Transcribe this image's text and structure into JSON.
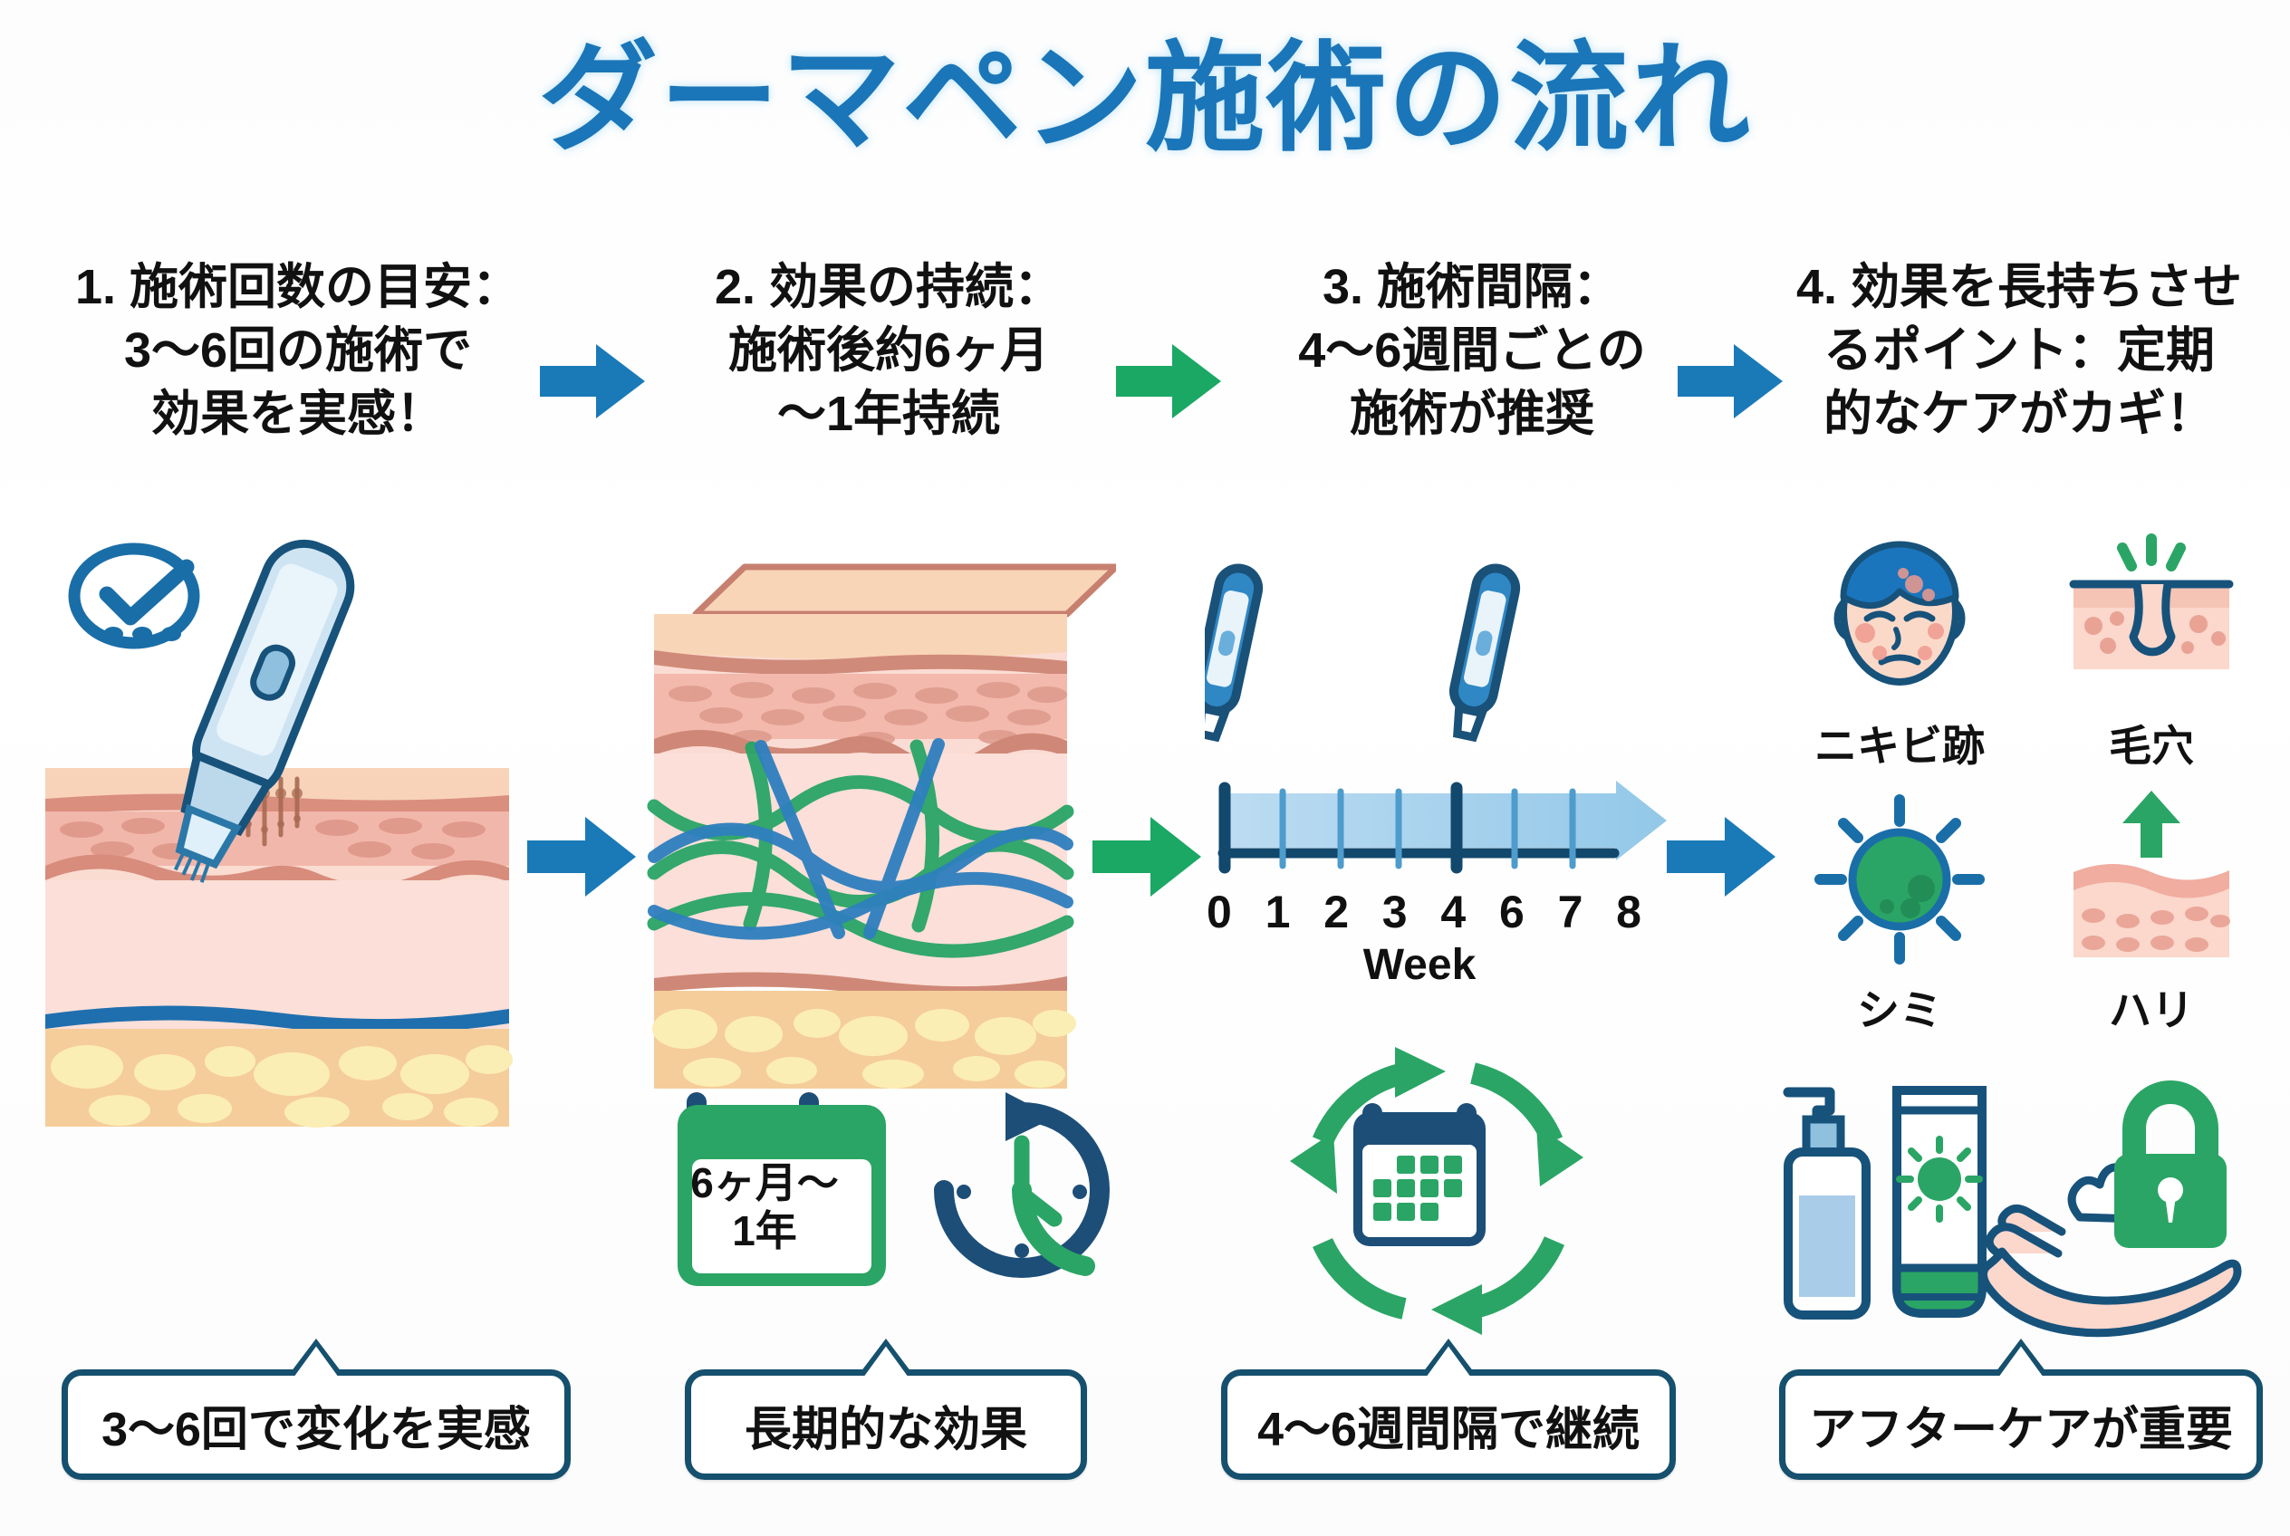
{
  "title": "ダーマペン施術の流れ",
  "colors": {
    "title_blue": "#1a76b8",
    "arrow_blue": "#1a7ab8",
    "arrow_green": "#1aa864",
    "bubble_border": "#15506e",
    "skin_pink": "#f7cfc4",
    "fat_yellow": "#f6e6a8",
    "collagen_green": "#29a567",
    "elastin_blue": "#2e7fbe"
  },
  "steps": [
    {
      "id": 1,
      "heading": "1. 施術回数の目安：\n3〜6回の施術で\n効果を実感！",
      "caption": "3〜6回で変化を実感",
      "arrow_after_color": "#1a7ab8"
    },
    {
      "id": 2,
      "heading": "2. 効果の持続：\n施術後約6ヶ月\n〜1年持続",
      "caption": "長期的な効果",
      "arrow_after_color": "#1aa864",
      "calendar_text": "6ヶ月〜\n1年"
    },
    {
      "id": 3,
      "heading": "3. 施術間隔：\n4〜6週間ごとの\n施術が推奨",
      "caption": "4〜6週間隔で継続",
      "arrow_after_color": "#1a7ab8",
      "timeline": {
        "ticks": [
          "0",
          "1",
          "2",
          "3",
          "4",
          "6",
          "7",
          "8"
        ],
        "axis_label": "Week",
        "marked_weeks": [
          0,
          4
        ]
      }
    },
    {
      "id": 4,
      "heading": "4. 効果を長持ちさせ\nるポイント：定期\n的なケアがカギ！",
      "caption": "アフターケアが重要",
      "concern_icons": [
        {
          "name": "acne-scar-face-icon",
          "label": "ニキビ跡"
        },
        {
          "name": "pore-skin-icon",
          "label": "毛穴"
        },
        {
          "name": "sun-spot-icon",
          "label": "シミ"
        },
        {
          "name": "skin-firmness-icon",
          "label": "ハリ"
        }
      ],
      "aftercare_icons": [
        {
          "name": "pump-bottle-icon"
        },
        {
          "name": "sunscreen-tube-icon"
        },
        {
          "name": "hand-with-cream-icon"
        },
        {
          "name": "lock-icon"
        }
      ]
    }
  ]
}
